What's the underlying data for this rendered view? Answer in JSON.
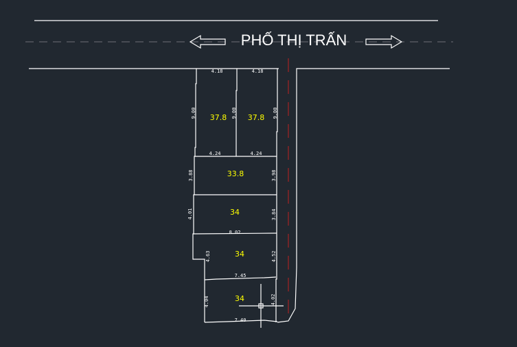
{
  "street": {
    "name": "PHỐ THỊ TRẤN"
  },
  "colors": {
    "background": "#212830",
    "lines": "#ffffff",
    "areas": "#ffff00",
    "centerline": "#c02020"
  },
  "lots": [
    {
      "area": "37.8",
      "top": "4.18",
      "bottom": "4.24",
      "left": "9.00",
      "right": "9.00"
    },
    {
      "area": "37.8",
      "top": "4.18",
      "bottom": "4.24",
      "right": "9.00"
    },
    {
      "area": "33.8",
      "left": "3.88",
      "right": "3.98"
    },
    {
      "area": "34",
      "left": "4.01",
      "right": "3.84",
      "bottom": "8.02"
    },
    {
      "area": "34",
      "left": "4.63",
      "right": "4.52",
      "bottom": "7.45"
    },
    {
      "area": "34",
      "left": "4.04",
      "right": "4.02",
      "bottom": "7.40"
    }
  ]
}
